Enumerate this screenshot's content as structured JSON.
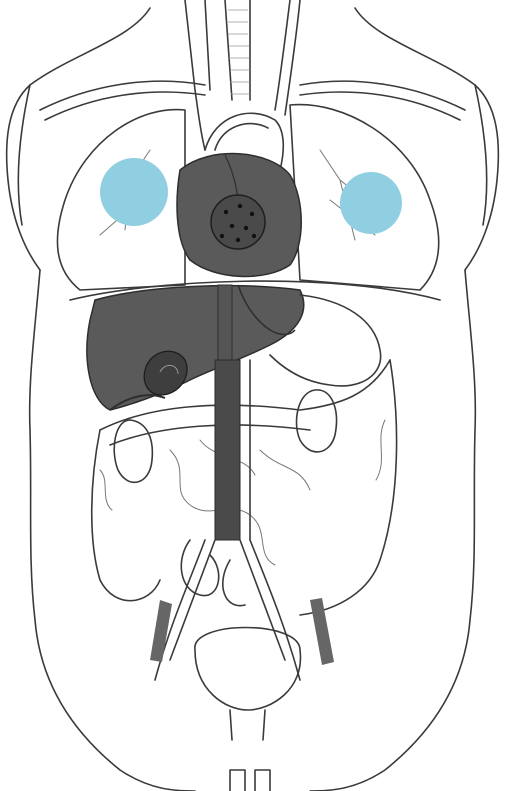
{
  "figure": {
    "subject": "torso-anatomy",
    "colors": {
      "highlight_spot": "#8fcfe1",
      "dark_organ": "#5a5a5a",
      "darker_organ": "#3e3e3e",
      "outline": "#3a3a3a",
      "background": "#ffffff"
    },
    "highlight_spots": 2,
    "icons": [
      "heart-marker-dots"
    ]
  }
}
